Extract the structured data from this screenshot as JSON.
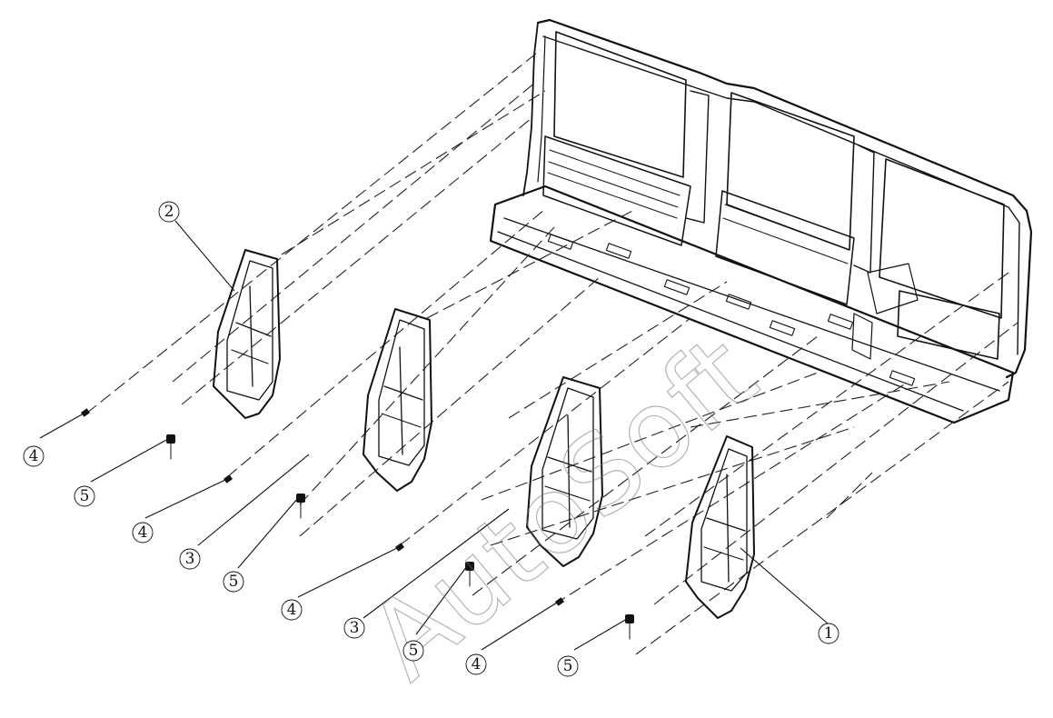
{
  "watermark": {
    "text": "AutoSoft"
  },
  "callouts": [
    {
      "id": "c1",
      "label": "1"
    },
    {
      "id": "c2",
      "label": "2"
    },
    {
      "id": "c3a",
      "label": "3"
    },
    {
      "id": "c3b",
      "label": "3"
    },
    {
      "id": "c4a",
      "label": "4"
    },
    {
      "id": "c4b",
      "label": "4"
    },
    {
      "id": "c4c",
      "label": "4"
    },
    {
      "id": "c4d",
      "label": "4"
    },
    {
      "id": "c5a",
      "label": "5"
    },
    {
      "id": "c5b",
      "label": "5"
    },
    {
      "id": "c5c",
      "label": "5"
    },
    {
      "id": "c5d",
      "label": "5"
    }
  ]
}
